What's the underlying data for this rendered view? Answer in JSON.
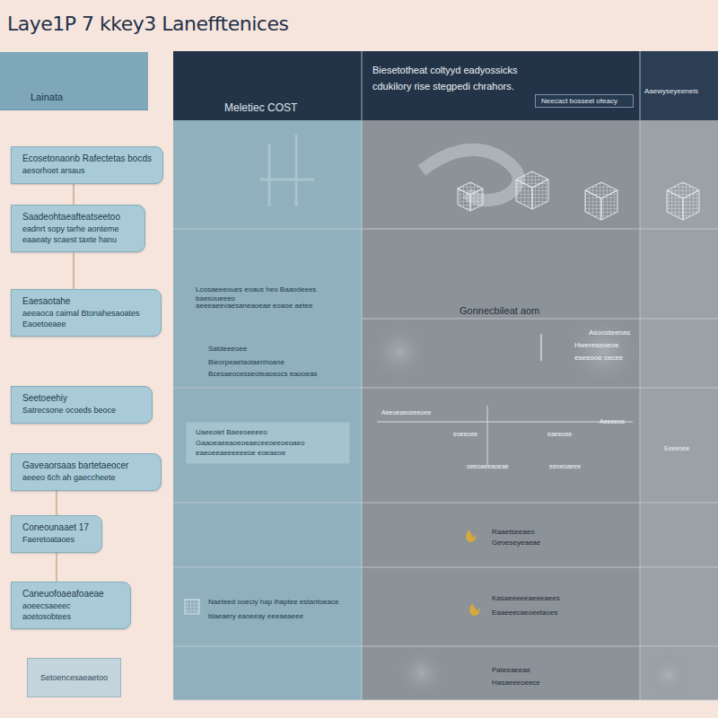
{
  "diagram": {
    "title": "Laye1P 7 kkey3 Lanefftenices",
    "nodes": [
      {
        "text": [
          "Lainata"
        ]
      },
      {
        "text": [
          "Ecosetonaonb Rafectetas bocds",
          "aesorhoet arsaus"
        ]
      },
      {
        "text": [
          "Saadeohtaeafteatseetoo",
          "eadnrt sopy tarhe aonteme",
          "eaaeaty scaest taxte hanu"
        ]
      },
      {
        "text": [
          "Eaesaotahe",
          "aeeaoca caimal Btonahesaoates",
          "Eaoetoeaee"
        ]
      },
      {
        "text": [
          "Seetoeehiy",
          "Satrecsone ocoeds beoce"
        ]
      },
      {
        "text": [
          "Gaveaorsaas bartetaeocer",
          "aeeeo 6ch ah gaeccheete"
        ]
      },
      {
        "text": [
          "Coneounaaet 17",
          "Faeretoataoes"
        ]
      },
      {
        "text": [
          "Caneuofoaeafoaeae",
          "aoeecsaeeec aoetosobtees"
        ]
      },
      {
        "text": [
          "Setoencesaeaetoo"
        ]
      },
      {
        "text": [
          "Uaeeoiet Baeeoeeeeo",
          "Gaaoeaeeaoeoeaeceeoeeoeoaeo",
          "eaeoeeaeeeeeeoe eoeaeoe"
        ]
      },
      {
        "text": [
          "Neecact bosseel ofeacy"
        ]
      }
    ],
    "edges": [
      {
        "from": 1,
        "to": 2,
        "arrow": "none"
      },
      {
        "from": 2,
        "to": 3,
        "arrow": "none"
      },
      {
        "from": 5,
        "to": 6,
        "arrow": "none"
      },
      {
        "from": 6,
        "to": 7,
        "arrow": "none"
      }
    ],
    "labels": [
      "Meletiec COST",
      "Biesetotheat coltyyd eadyossicks",
      "cdukilory rise stegpedi chrahors.",
      "Aaewyseyeeneis",
      "Lcosaeeeoues eoaus heo Baaodeees baesoueeeo",
      "aeeeaeevaesaneaoeae eoaoe aetee",
      "Gonnecbileat aom",
      "Asoosteenas",
      "Hwereseoeoe",
      "eseeooe cecee",
      "Satdeeeoee",
      "Bieorpeaetaoiaenhoane",
      "Bcesaeocesseoteaosocs eaooeas",
      "Aeeoeaeoeeeoee",
      "eoeeoee",
      "eaeeoee",
      "Aeeeeoe",
      "Eeeeoee",
      "oeeoaeeaoeae",
      "eeoeoaeee",
      "Raaetseeaeo",
      "Geoeseyeaeae",
      "Kasaeeeeeaeeeaees",
      "Eaaeeecaeoeetaoes",
      "Pateeaeeae",
      "Hasaeeeoeece",
      "Naeteed ooeciy hap lhaptee estantoeace",
      "blaeaery eaoeeay eeeaeaeee"
    ]
  }
}
